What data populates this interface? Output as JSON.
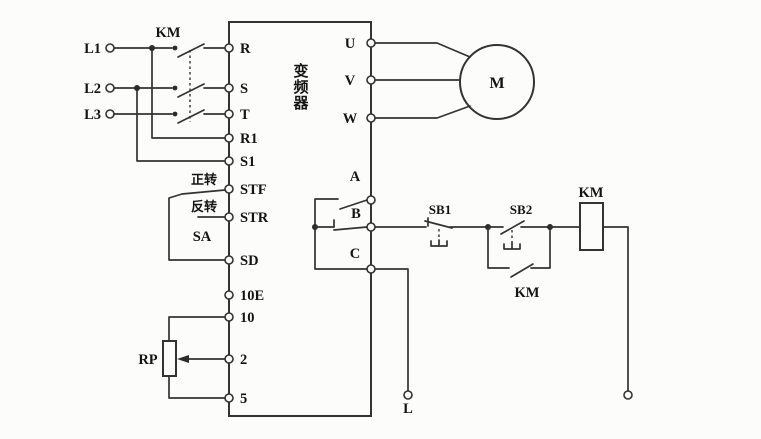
{
  "diagram_type": "inverter-motor-wiring-diagram",
  "colors": {
    "line": "#333333",
    "text": "#141414",
    "background": "#fcfcfb"
  },
  "power": {
    "lines": [
      "L1",
      "L2",
      "L3"
    ],
    "contactor_label": "KM"
  },
  "inverter": {
    "name": "变频器",
    "left_terminals": [
      "R",
      "S",
      "T",
      "R1",
      "S1",
      "STF",
      "STR",
      "SD",
      "10E",
      "10",
      "2",
      "5"
    ],
    "right_terminals": [
      "U",
      "V",
      "W",
      "A",
      "B",
      "C"
    ]
  },
  "sa_switch": {
    "label": "SA",
    "forward_label": "正转",
    "reverse_label": "反转"
  },
  "potentiometer": {
    "label": "RP"
  },
  "motor": {
    "label": "M"
  },
  "control_circuit": {
    "stop_button": "SB1",
    "start_button": "SB2",
    "km_aux_contact": "KM",
    "km_coil": "KM",
    "line_terminal": "L"
  }
}
